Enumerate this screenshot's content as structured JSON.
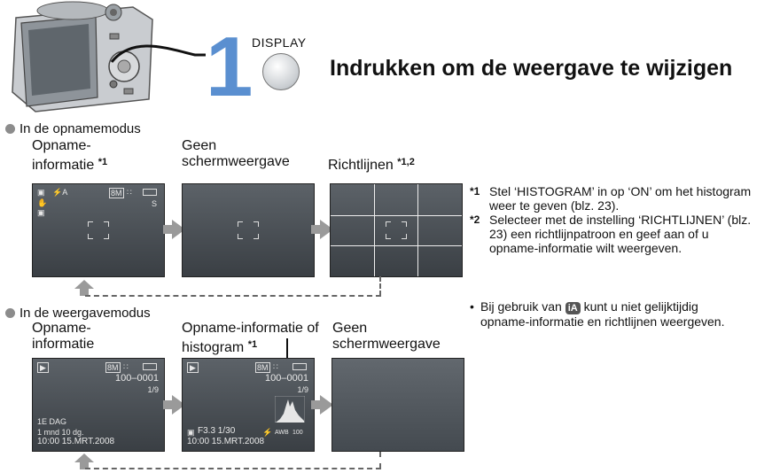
{
  "display_button_label": "DISPLAY",
  "step_number": "1",
  "headline": "Indrukken om de weergave te wijzigen",
  "recording": {
    "section_label": "In de opnamemodus",
    "screens": [
      {
        "label": "Opname-\ninformatie",
        "footnote": "*1"
      },
      {
        "label": "Geen\nschermweergave",
        "footnote": ""
      },
      {
        "label": "Richtlijnen",
        "footnote": "*1,2"
      }
    ],
    "osd": {
      "flash_mode": "⚡A",
      "stabilizer": "✋",
      "size_badge": "8M",
      "quality_dots": "∷",
      "mode_letter": "S"
    }
  },
  "playback": {
    "section_label": "In de weergavemodus",
    "screens": [
      {
        "label": "Opname-\ninformatie",
        "footnote": ""
      },
      {
        "label": "Opname-informatie of\nhistogram",
        "footnote": "*1"
      },
      {
        "label": "Geen\nschermweergave",
        "footnote": ""
      }
    ],
    "osd": {
      "play_icon": "▶",
      "size_badge": "8M",
      "folder_file": "100–0001",
      "counter": "1/9",
      "travel_date": "1E DAG",
      "elapsed": "1 mnd 10 dg.",
      "datetime": "10:00 15.MRT.2008",
      "exposure": "F3.3 1/30",
      "awb": "AWB",
      "iso": "100"
    }
  },
  "footnotes": [
    {
      "mark": "*1",
      "text": "Stel ‘HISTOGRAM’ in op ‘ON’ om het histogram weer te geven (blz. 23)."
    },
    {
      "mark": "*2",
      "text": "Selecteer met de instelling ‘RICHTLIJNEN’ (blz. 23) een richtlijnpatroon en geef aan of u opname-informatie wilt weergeven."
    }
  ],
  "tip": {
    "before": "Bij gebruik van",
    "icon": "iA",
    "after": "kunt u niet gelijktijdig opname-informatie en richtlijnen weergeven."
  }
}
